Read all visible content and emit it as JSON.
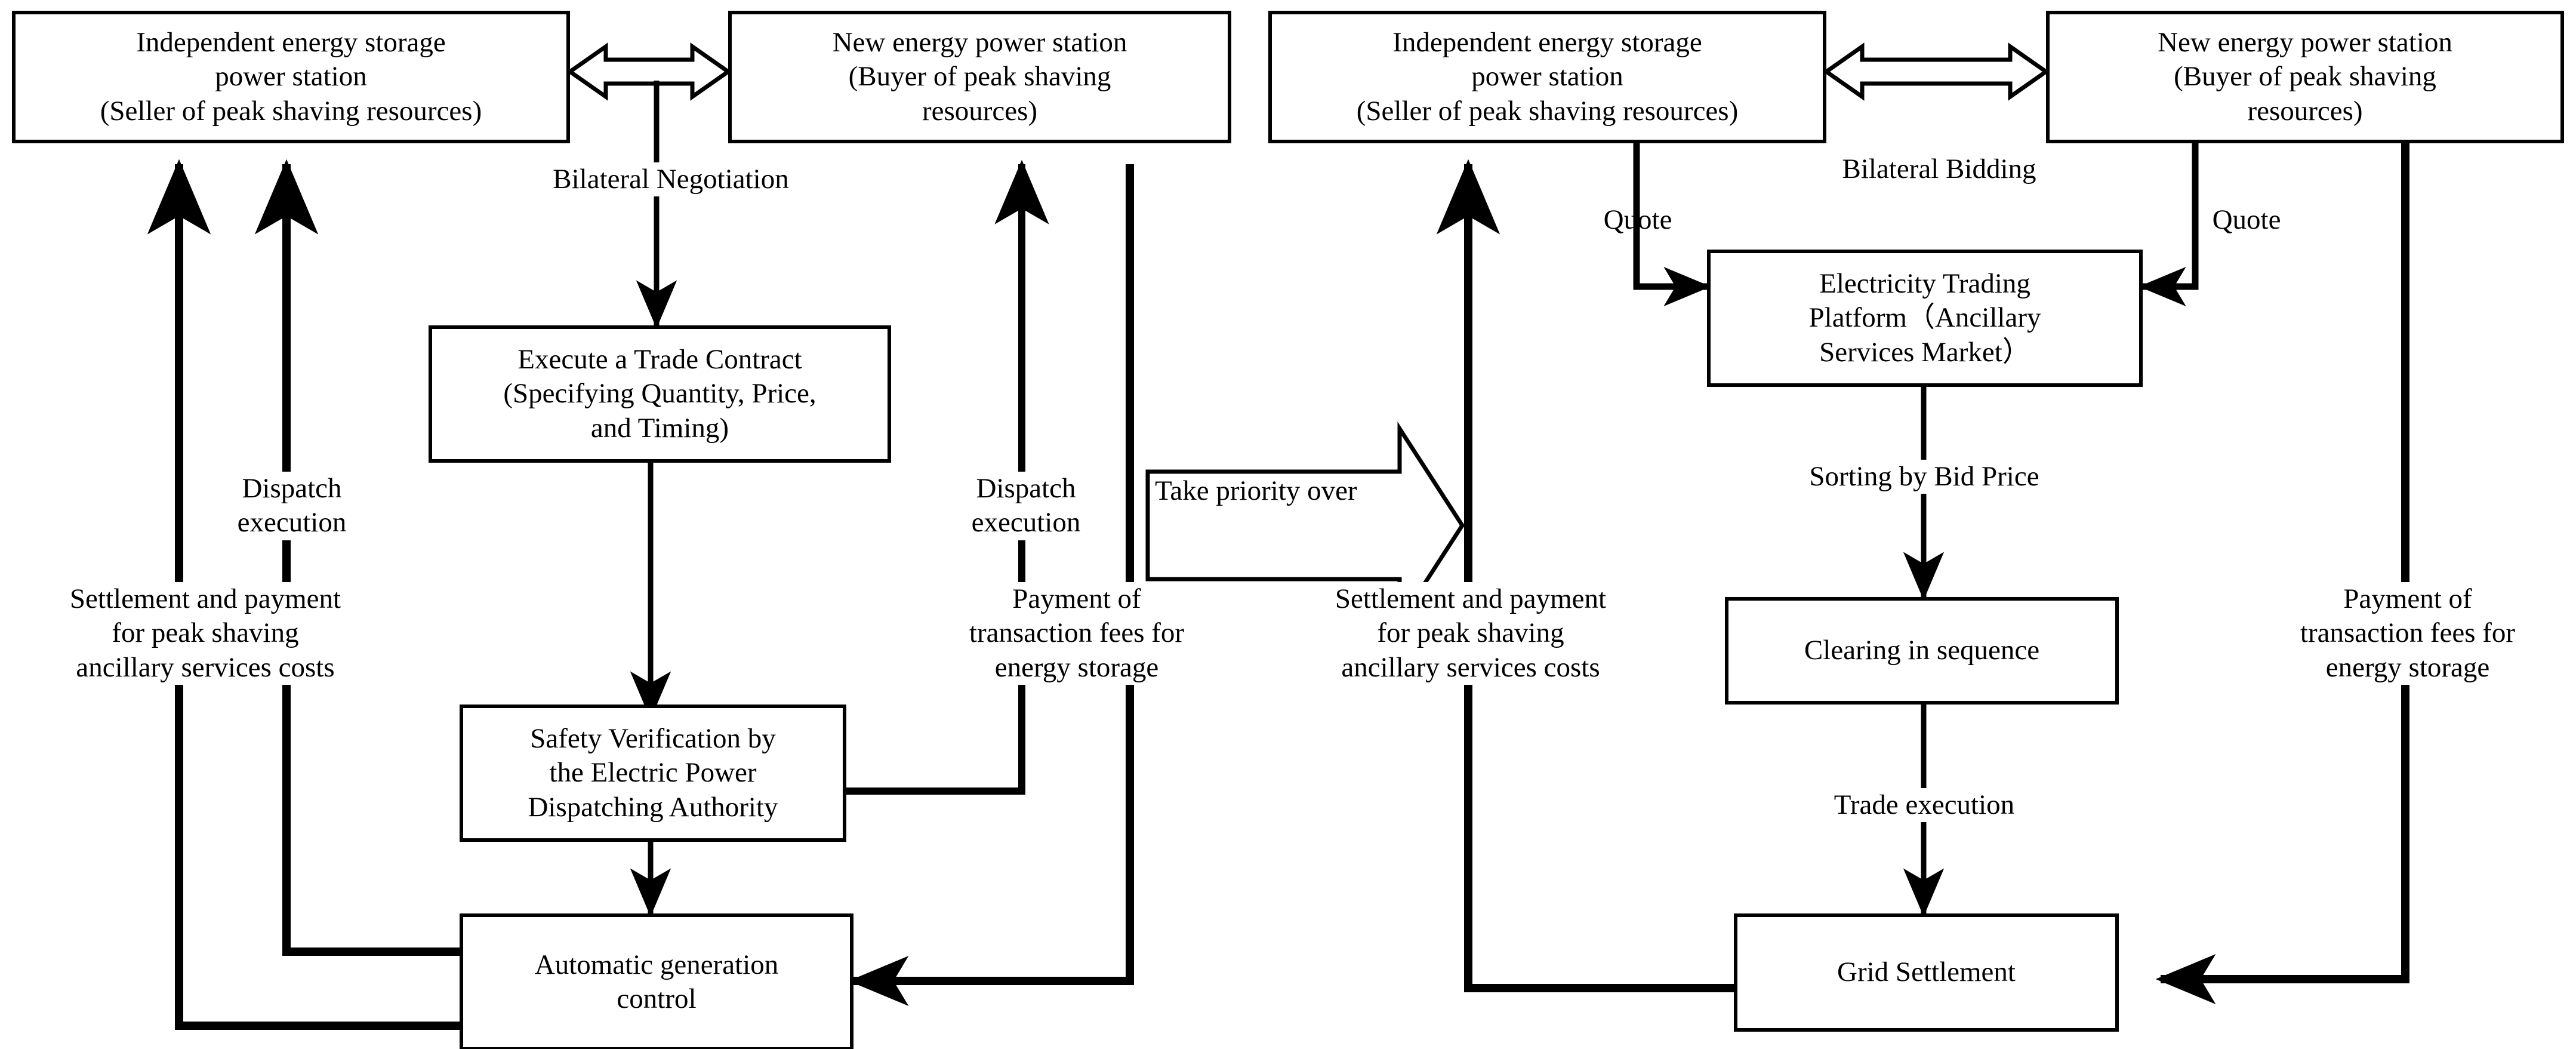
{
  "diagram": {
    "title_absent": true,
    "left_panel": {
      "name": "bilateral-negotiation-flow",
      "nodes": {
        "storage_station": "Independent energy storage\npower station\n(Seller of peak shaving resources)",
        "new_energy_station": "New energy power station\n(Buyer of peak shaving\nresources)",
        "trade_contract": "Execute a Trade Contract\n(Specifying Quantity, Price,\nand Timing)",
        "safety_verification": "Safety Verification by\nthe Electric Power\nDispatching Authority",
        "agc": "Automatic generation\ncontrol"
      },
      "labels": {
        "bilateral_negotiation": "Bilateral  Negotiation",
        "dispatch_execution_left": "Dispatch\nexecution",
        "settlement_payment_left": "Settlement and payment\nfor peak shaving\nancillary services costs",
        "dispatch_execution_mid": "Dispatch\nexecution",
        "payment_fees_mid": "Payment of\ntransaction fees for\nenergy storage"
      }
    },
    "center": {
      "take_priority_over": "Take priority over"
    },
    "right_panel": {
      "name": "bilateral-bidding-flow",
      "nodes": {
        "storage_station": "Independent energy storage\npower station\n(Seller of peak shaving resources)",
        "new_energy_station": "New energy power station\n(Buyer of peak shaving\nresources)",
        "trading_platform": "Electricity Trading\nPlatform（Ancillary\nServices Market）",
        "clearing": "Clearing in sequence",
        "grid_settlement": "Grid Settlement"
      },
      "labels": {
        "bilateral_bidding": "Bilateral Bidding",
        "quote_left": "Quote",
        "quote_right": "Quote",
        "sorting_by_bid_price": "Sorting by Bid Price",
        "trade_execution": "Trade execution",
        "settlement_payment_right": "Settlement and payment\nfor peak shaving\nancillary services costs",
        "payment_fees_right": "Payment of\ntransaction fees for\nenergy storage"
      }
    },
    "colors": {
      "stroke": "#000000",
      "background": "#ffffff"
    }
  }
}
